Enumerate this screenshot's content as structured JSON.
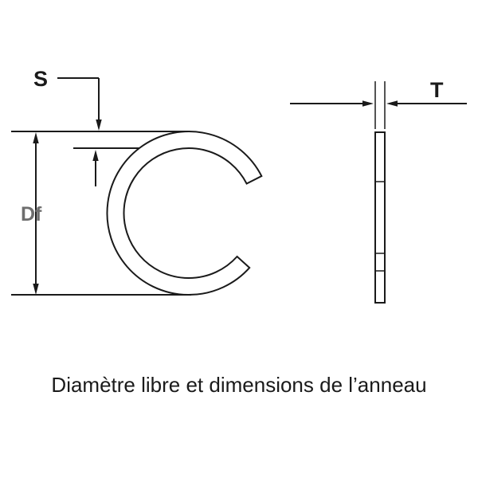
{
  "diagram": {
    "title_caption": "Diamètre libre et dimensions de l’anneau",
    "labels": {
      "radial_width": "S",
      "free_diameter": "Df",
      "thickness": "T"
    },
    "colors": {
      "line": "#1a1a1a",
      "label_primary": "#1a1a1a",
      "label_secondary": "#6e6e6e",
      "background": "#ffffff"
    }
  }
}
